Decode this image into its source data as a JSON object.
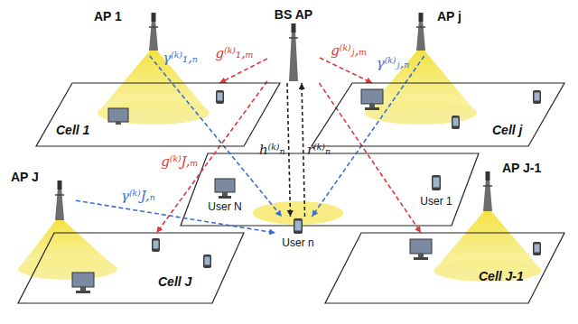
{
  "diagram": {
    "nodes": [
      {
        "text": [
          "AP 1"
        ]
      },
      {
        "text": [
          "BS AP"
        ]
      },
      {
        "text": [
          "AP j"
        ]
      },
      {
        "text": [
          "Cell 1"
        ]
      },
      {
        "text": [
          "Cell j"
        ]
      },
      {
        "text": [
          "AP J"
        ]
      },
      {
        "text": [
          "AP J-1"
        ]
      },
      {
        "text": [
          "User N"
        ]
      },
      {
        "text": [
          "User 1"
        ]
      },
      {
        "text": [
          "User n"
        ]
      },
      {
        "text": [
          "Cell J"
        ]
      },
      {
        "text": [
          "Cell J-1"
        ]
      }
    ],
    "edges": [
      {
        "from": 0,
        "to": 9,
        "label": "γ⁽ᵏ⁾₁,ₙ",
        "arrow": "to"
      },
      {
        "from": 1,
        "to": 3,
        "label": "g⁽ᵏ⁾₁,ₘ",
        "arrow": "to"
      },
      {
        "from": 1,
        "to": 4,
        "label": "g⁽ᵏ⁾ⱼ,ₘ",
        "arrow": "to"
      },
      {
        "from": 2,
        "to": 9,
        "label": "γ⁽ᵏ⁾ⱼ,ₙ",
        "arrow": "to"
      },
      {
        "from": 1,
        "to": 9,
        "label": "h⁽ᵏ⁾ₙ",
        "arrow": "to"
      },
      {
        "from": 9,
        "to": 1,
        "label": "r⁽ᵏ⁾ₙ",
        "arrow": "to"
      },
      {
        "from": 5,
        "to": 9,
        "label": "γ⁽ᵏ⁾J,ₙ",
        "arrow": "to"
      },
      {
        "from": 1,
        "to": 10,
        "label": "g⁽ᵏ⁾J,ₘ",
        "arrow": "to"
      },
      {
        "from": 1,
        "to": 11,
        "arrow": "to"
      }
    ]
  }
}
